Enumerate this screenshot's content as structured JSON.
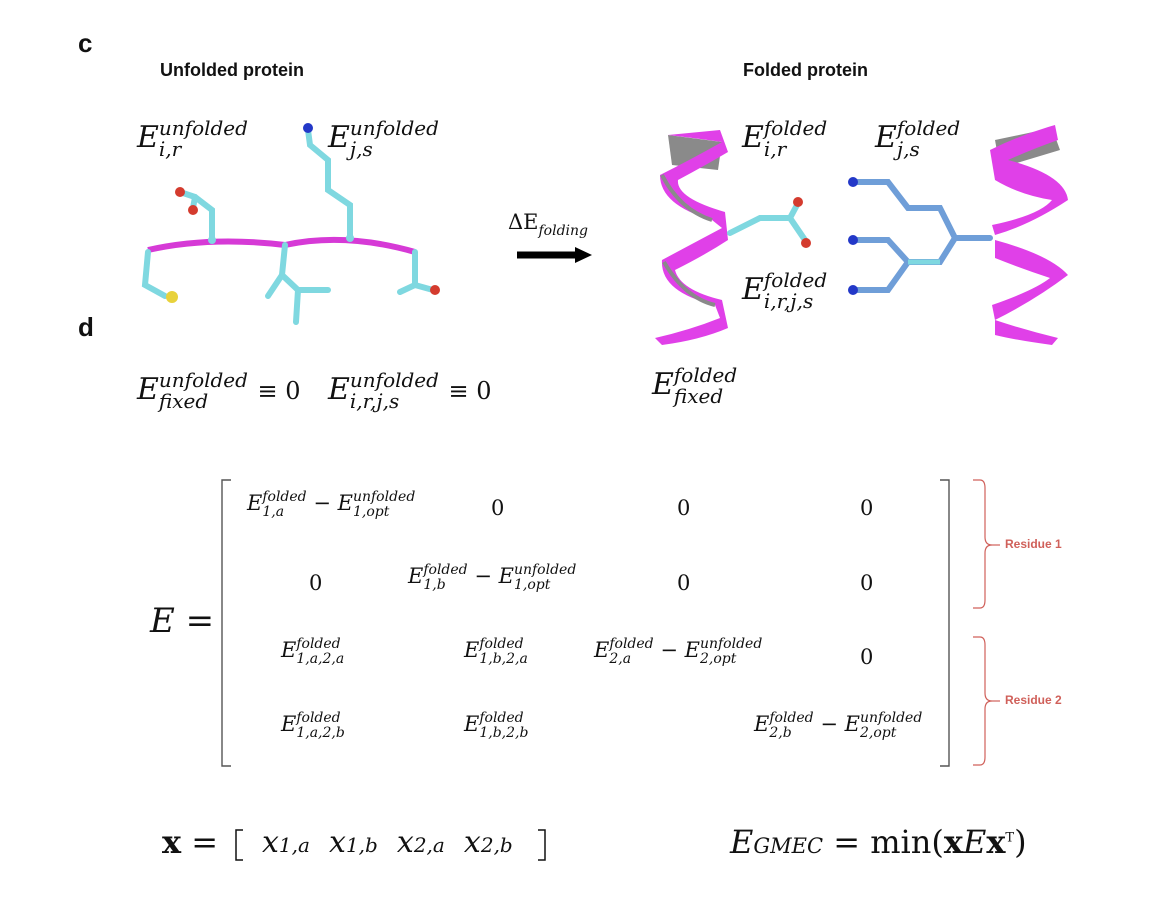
{
  "panels": {
    "c": "c",
    "d": "d"
  },
  "headers": {
    "unfolded": "Unfolded protein",
    "folded": "Folded protein"
  },
  "labels": {
    "E": "E",
    "unfolded": "unfolded",
    "folded": "folded",
    "ir": "i,r",
    "js": "j,s",
    "irjs": "i,r,j,s",
    "fixed": "fixed",
    "delta_folding": "ΔE",
    "folding_sub": "folding",
    "equiv_zero": "≡ 0"
  },
  "matrix": {
    "lhs": "E =",
    "rows": [
      [
        "E^{folded}_{1,a} − E^{unfolded}_{1,opt}",
        "0",
        "0",
        "0"
      ],
      [
        "0",
        "E^{folded}_{1,b} − E^{unfolded}_{1,opt}",
        "0",
        "0"
      ],
      [
        "E^{folded}_{1,a,2,a}",
        "E^{folded}_{1,b,2,a}",
        "E^{folded}_{2,a} − E^{unfolded}_{2,opt}",
        "0"
      ],
      [
        "E^{folded}_{1,a,2,b}",
        "E^{folded}_{1,b,2,b}",
        "",
        "E^{folded}_{2,b} − E^{unfolded}_{2,opt}"
      ]
    ],
    "zero": "0",
    "minus": "−",
    "subs": {
      "1a": "1,a",
      "1b": "1,b",
      "2a": "2,a",
      "2b": "2,b",
      "1opt": "1,opt",
      "2opt": "2,opt",
      "1a2a": "1,a,2,a",
      "1b2a": "1,b,2,a",
      "1a2b": "1,a,2,b",
      "1b2b": "1,b,2,b"
    }
  },
  "braces": {
    "residue1": "Residue 1",
    "residue2": "Residue 2"
  },
  "vector": {
    "lhs": "x",
    "eq": "=",
    "entries": [
      "x",
      "x",
      "x",
      "x"
    ],
    "subs": [
      "1,a",
      "1,b",
      "2,a",
      "2,b"
    ]
  },
  "gmec": {
    "E": "E",
    "sub": "GMEC",
    "eq": "= min(",
    "x": "x",
    "Emid": "E",
    "xT": "x",
    "T": "T",
    "close": ")"
  },
  "colors": {
    "backbone": "#d63ad6",
    "helix": "#e040e8",
    "helix_inner": "#8a8a8a",
    "carbon": "#7fd8e0",
    "carbon_blue": "#6f9ed8",
    "oxygen": "#d43b2e",
    "nitrogen": "#2338c8",
    "sulfur": "#e8d23c",
    "brace": "#d0605a"
  }
}
